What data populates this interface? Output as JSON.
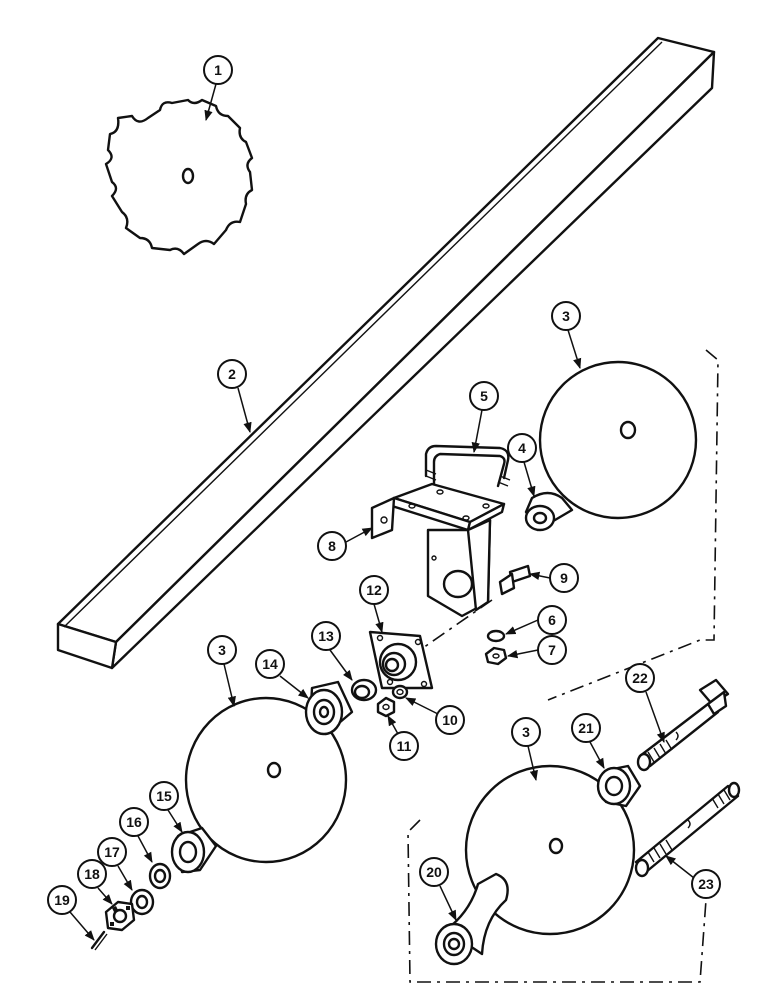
{
  "callouts": {
    "c1": "1",
    "c2": "2",
    "c3a": "3",
    "c3b": "3",
    "c3c": "3",
    "c4": "4",
    "c5": "5",
    "c6": "6",
    "c7": "7",
    "c8": "8",
    "c9": "9",
    "c10": "10",
    "c11": "11",
    "c12": "12",
    "c13": "13",
    "c14": "14",
    "c15": "15",
    "c16": "16",
    "c17": "17",
    "c18": "18",
    "c19": "19",
    "c20": "20",
    "c21": "21",
    "c22": "22",
    "c23": "23"
  }
}
